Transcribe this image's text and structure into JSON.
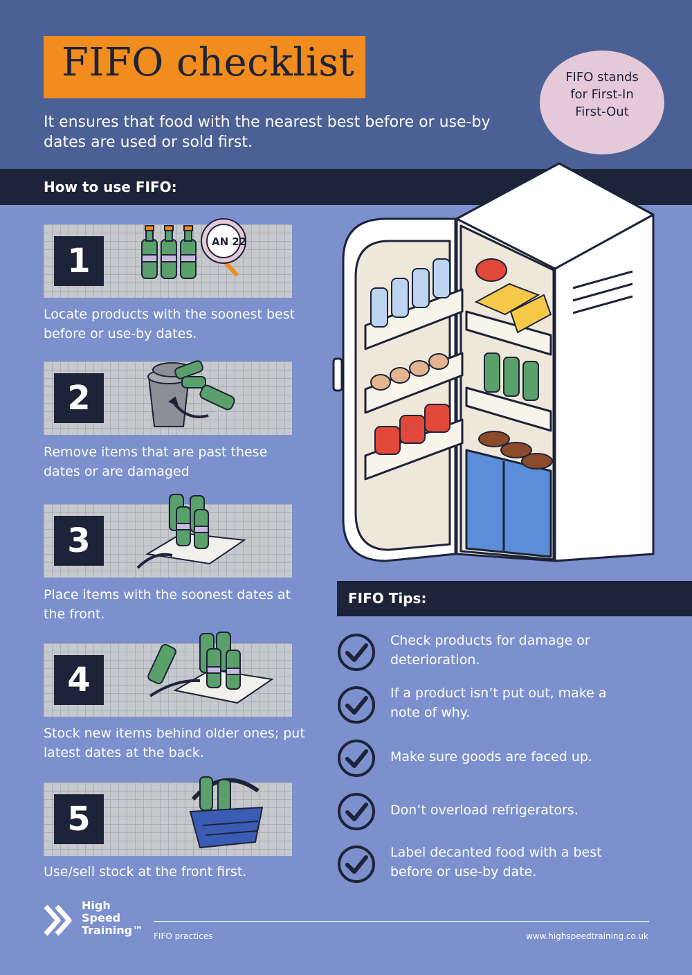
{
  "header": {
    "title": "FIFO checklist",
    "intro": "It ensures that food with the nearest best before or use-by dates are used or sold first.",
    "badge": "FIFO stands\nfor First-In\nFirst-Out"
  },
  "how_to": {
    "heading": "How to use FIFO:",
    "steps": [
      {
        "number": "1",
        "text": "Locate products with the soonest best before or use-by dates.",
        "label_text": "AN 22"
      },
      {
        "number": "2",
        "text": "Remove items that are past these dates or are damaged"
      },
      {
        "number": "3",
        "text": "Place items with the soonest dates at the front."
      },
      {
        "number": "4",
        "text": "Stock new items behind older ones; put latest dates at the back."
      },
      {
        "number": "5",
        "text": "Use/sell stock at the front first."
      }
    ]
  },
  "tips": {
    "heading": "FIFO Tips:",
    "items": [
      "Check products for damage or deterioration.",
      "If a product isn’t put out, make a note of why.",
      "Make sure goods are faced up.",
      "Don’t overload refrigerators.",
      "Label decanted food with a best before or use-by date."
    ]
  },
  "footer": {
    "logo": "High\nSpeed\nTraining™",
    "left": "FIFO practices",
    "right": "www.highspeedtraining.co.uk"
  },
  "colors": {
    "header_bg": "#4b6094",
    "page_bg": "#7b90cd",
    "accent_orange": "#f18c1f",
    "navy": "#1d2338",
    "badge_pink": "#e6c9d8",
    "bottle_green": "#5aa06a"
  },
  "icons": [
    "check-icon",
    "fridge-illustration",
    "bottle-icon",
    "bin-icon",
    "basket-icon",
    "magnifier-icon",
    "logo-icon"
  ]
}
